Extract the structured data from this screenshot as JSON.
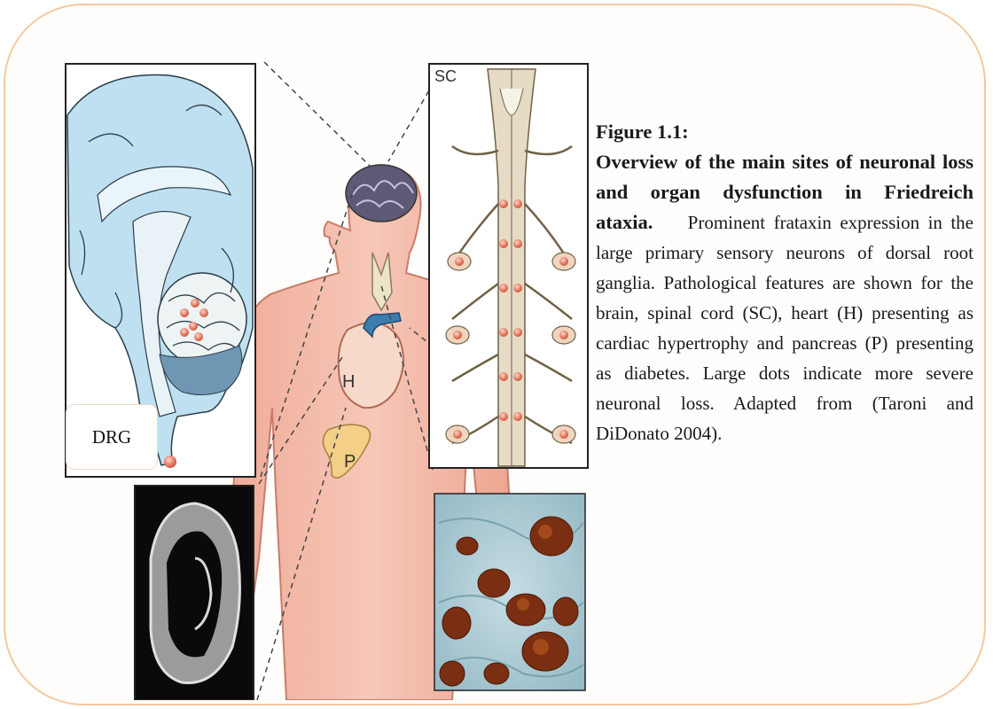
{
  "figure": {
    "labels": {
      "drg": "DRG",
      "sc": "SC",
      "h": "H",
      "p": "P"
    },
    "caption": {
      "title": "Figure 1.1:",
      "bold_text": "Overview of the main sites of neuronal loss and organ dysfunction in Friedreich ataxia.",
      "body": "Prominent frataxin expression in the large primary sensory neurons of dorsal root ganglia. Pathological features are shown for the brain, spinal cord (SC), heart (H) presenting as cardiac hypertrophy and pancreas (P) presenting as diabetes. Large dots indicate more severe neuronal loss. Adapted from (Taroni and DiDonato 2004)."
    }
  },
  "colors": {
    "frame_border": "#f4c9a0",
    "brain_fill": "#bfe0f0",
    "body_skin": "#f2b8a8",
    "dot_red": "#e8735a",
    "spinal_beige": "#e6dcc6"
  }
}
